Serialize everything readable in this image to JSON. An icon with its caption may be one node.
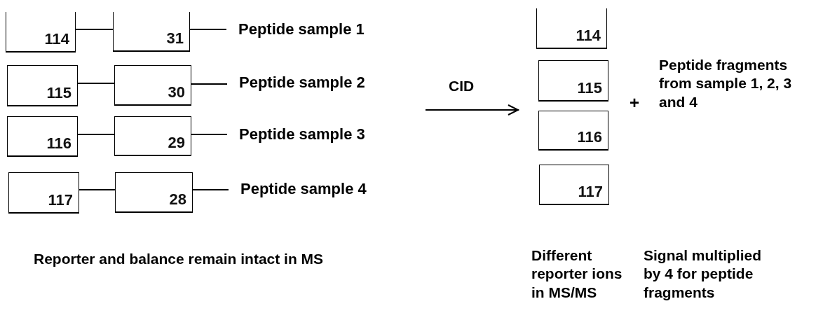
{
  "diagram": {
    "nodes": [
      {
        "text": [
          "114"
        ]
      },
      {
        "text": [
          "115"
        ]
      },
      {
        "text": [
          "116"
        ]
      },
      {
        "text": [
          "117"
        ]
      },
      {
        "text": [
          "31"
        ]
      },
      {
        "text": [
          "30"
        ]
      },
      {
        "text": [
          "29"
        ]
      },
      {
        "text": [
          "28"
        ]
      },
      {
        "text": [
          "Peptide sample 1"
        ]
      },
      {
        "text": [
          "Peptide sample 2"
        ]
      },
      {
        "text": [
          "Peptide sample 3"
        ]
      },
      {
        "text": [
          "Peptide sample 4"
        ]
      },
      {
        "text": [
          "114"
        ]
      },
      {
        "text": [
          "115"
        ]
      },
      {
        "text": [
          "116"
        ]
      },
      {
        "text": [
          "117"
        ]
      }
    ],
    "edges": [
      {
        "from": 0,
        "to": 4,
        "arrow": "none"
      },
      {
        "from": 4,
        "to": 8,
        "arrow": "none"
      },
      {
        "from": 1,
        "to": 5,
        "arrow": "none"
      },
      {
        "from": 5,
        "to": 9,
        "arrow": "none"
      },
      {
        "from": 2,
        "to": 6,
        "arrow": "none"
      },
      {
        "from": 6,
        "to": 10,
        "arrow": "none"
      },
      {
        "from": 3,
        "to": 7,
        "arrow": "none"
      },
      {
        "from": 7,
        "to": 11,
        "arrow": "none"
      }
    ],
    "labels": [
      "CID",
      "+",
      "Peptide fragments from sample 1, 2, 3 and 4",
      "Reporter and balance remain intact in MS",
      "Different reporter ions in MS/MS",
      "Signal multiplied by 4 for peptide fragments"
    ]
  }
}
